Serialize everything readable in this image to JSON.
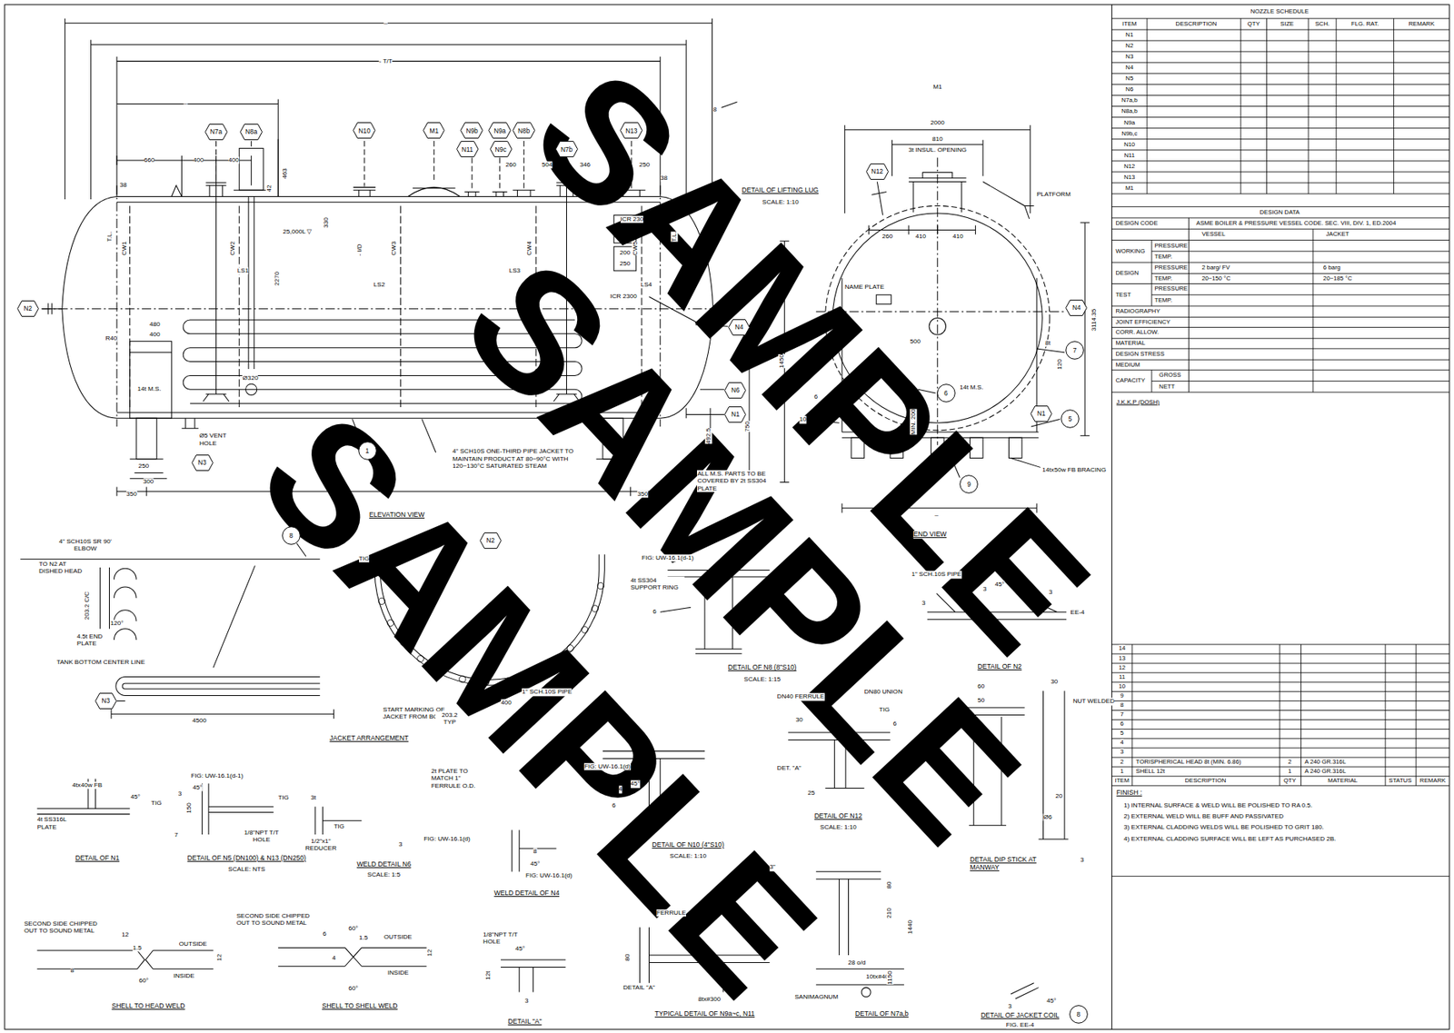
{
  "diagram": {
    "nodes": [
      {
        "text": [
          "N7a"
        ]
      },
      {
        "text": [
          "N8a"
        ]
      },
      {
        "text": [
          "N10"
        ]
      },
      {
        "text": [
          "M1"
        ]
      },
      {
        "text": [
          "N9b"
        ]
      },
      {
        "text": [
          "N9a"
        ]
      },
      {
        "text": [
          "N8b"
        ]
      },
      {
        "text": [
          "N11"
        ]
      },
      {
        "text": [
          "N9c"
        ]
      },
      {
        "text": [
          "N7b"
        ]
      },
      {
        "text": [
          "N13"
        ]
      },
      {
        "text": [
          "N2"
        ]
      },
      {
        "text": [
          "N4"
        ]
      },
      {
        "text": [
          "N6"
        ]
      },
      {
        "text": [
          "N1"
        ]
      },
      {
        "text": [
          "N3"
        ]
      },
      {
        "text": [
          "1"
        ]
      },
      {
        "text": [
          "N12"
        ]
      },
      {
        "text": [
          "N4"
        ]
      },
      {
        "text": [
          "7"
        ]
      },
      {
        "text": [
          "6"
        ]
      },
      {
        "text": [
          "N1"
        ]
      },
      {
        "text": [
          "5"
        ]
      },
      {
        "text": [
          "9"
        ]
      },
      {
        "text": [
          "8"
        ]
      },
      {
        "text": [
          "N2"
        ]
      },
      {
        "text": [
          "N3"
        ]
      },
      {
        "text": [
          "8"
        ]
      }
    ],
    "labels": [
      "SAMPLE",
      "SAMPLE",
      "SAMPLE",
      "NOZZLE SCHEDULE",
      "ITEM",
      "DESCRIPTION",
      "QTY",
      "SIZE",
      "SCH.",
      "FLG. RAT.",
      "REMARK",
      "N1",
      "N2",
      "N3",
      "N4",
      "N5",
      "N6",
      "N7a,b",
      "N8a,b",
      "N9a",
      "N9b,c",
      "N10",
      "N11",
      "N12",
      "N13",
      "M1",
      "DESIGN DATA",
      "DESIGN CODE",
      "ASME BOILER & PRESSURE VESSEL CODE. SEC. VIII, DIV. 1, ED.2004",
      "VESSEL",
      "JACKET",
      "WORKING",
      "PRESSURE",
      "TEMP.",
      "DESIGN",
      "PRESSURE",
      "2 barg/ FV",
      "6 barg",
      "TEMP.",
      "20~150 °C",
      "20~185 °C",
      "TEST",
      "PRESSURE",
      "TEMP.",
      "RADIOGRAPHY",
      "JOINT EFFICIENCY",
      "CORR. ALLOW.",
      "MATERIAL",
      "DESIGN STRESS",
      "MEDIUM",
      "CAPACITY",
      "GROSS",
      "NETT",
      "J.K.K.P (DOSH)",
      "14",
      "13",
      "12",
      "11",
      "10",
      "9",
      "8",
      "7",
      "6",
      "5",
      "4",
      "3",
      "2",
      "TORISPHERICAL HEAD 8t (MIN. 6.86)",
      "2",
      "A 240 GR.316L",
      "1",
      "SHELL 12t",
      "1",
      "A 240 GR.316L",
      "ITEM",
      "DESCRIPTION",
      "QTY",
      "MATERIAL",
      "STATUS",
      "REMARK",
      "FINISH :",
      "1) INTERNAL SURFACE & WELD WILL BE POLISHED TO RA 0.5.",
      "2) EXTERNAL WELD WILL BE BUFF AND PASSIVATED",
      "3) EXTERNAL CLADDING WELDS WILL BE POLISHED TO GRIT 180.",
      "4) EXTERNAL CLADDING SURFACE WILL BE LEFT AS PURCHASED 2B.",
      "–",
      "- T/T",
      "–",
      "660",
      "400",
      "400",
      "463",
      "42",
      "38",
      "25,000L ▽",
      "330",
      "T.L.",
      "CW1",
      "CW2",
      "CW3",
      "CW4",
      "CW5",
      "LS1",
      "LS2",
      "LS3",
      "LS4",
      "- I/D",
      "2270",
      "T.L.",
      "260",
      "504",
      "346",
      "250",
      "38",
      "ICR 230",
      "200",
      "250",
      "ICR 2300",
      "480",
      "400",
      "R40",
      "14t M.S.",
      "Ø320",
      "Ø5 VENT HOLE",
      "250",
      "300",
      "350",
      "350",
      "4\" SCH10S ONE-THIRD PIPE JACKET TO MAINTAIN PRODUCT AT 80~90°C WITH 120~130°C SATURATED STEAM",
      "492.5",
      "750",
      "1450",
      "ALL M.S. PARTS TO BE COVERED BY 2t SS304 PLATE",
      "DETAIL OF LIFTING LUG",
      "SCALE: 1:10",
      "ELEVATION VIEW",
      "8",
      "M1",
      "2000",
      "810",
      "3t INSUL. OPENING",
      "260",
      "410",
      "410",
      "NAME PLATE",
      "PLATFORM",
      "500",
      "14t M.S.",
      "MIN. 200",
      "3114.35",
      "8t",
      "120",
      "14tx50w FB BRACING",
      "END VIEW",
      "10",
      "6",
      "–",
      "4\" SCH10S SR 90' ELBOW",
      "TO N2 AT DISHED HEAD",
      "203.2 C/C",
      "120°",
      "4.5t END PLATE",
      "TANK BOTTOM CENTER LINE",
      "4500",
      "JACKET ARRANGEMENT",
      "TIG",
      "START MARKING OF JACKET FROM BOTTOM",
      "203.2 TYP",
      "400",
      "4t SS304 SUPPORT RING",
      "FIG: UW-16.1(d-1)",
      "DETAIL OF N8 (8\"S10)",
      "SCALE: 1:15",
      "6",
      "1\" SCH.10S PIPE",
      "DETAIL OF N2",
      "3",
      "3",
      "45°",
      "3",
      "EE-4",
      "DN40 FERRULE",
      "DN80 UNION",
      "TIG",
      "30",
      "6",
      "DET. \"A\"",
      "25",
      "DETAIL OF N12",
      "SCALE: 1:10",
      "60",
      "50",
      "30",
      "NUT WELDED",
      "20",
      "Ø6",
      "DETAIL DIP STICK AT MANWAY",
      "3",
      "FIG: UW-16.1(d)",
      "1\" SCH.10S PIPE",
      "4",
      "45°",
      "6",
      "4tx40w FB",
      "45°",
      "TIG",
      "4t SS316L PLATE",
      "DETAIL OF N1",
      "FIG: UW-16.1(d-1)",
      "3",
      "45°",
      "150",
      "TIG",
      "7",
      "1/8\"NPT T/T HOLE",
      "3t",
      "TIG",
      "1/2\"x1\" REDUCER",
      "DETAIL OF N5 (DN100) & N13 (DN250)",
      "SCALE: NTS",
      "WELD DETAIL N6",
      "SCALE: 1:5",
      "2t PLATE TO MATCH 1\" FERRULE O.D.",
      "3",
      "FIG: UW-16.1(d)",
      "8",
      "45°",
      "FIG: UW-16.1(d)",
      "WELD DETAIL OF N4",
      "DETAIL OF N10 (4\"S10)",
      "SCALE: 1:10",
      "SHELL TO HEAD WELD",
      "SECOND SIDE CHIPPED OUT TO SOUND METAL",
      "12",
      "1.5",
      "OUTSIDE",
      "INSIDE",
      "60°",
      "12",
      "8",
      "SHELL TO SHELL WELD",
      "SECOND SIDE CHIPPED OUT TO SOUND METAL",
      "60°",
      "1.5",
      "6",
      "OUTSIDE",
      "INSIDE",
      "60°",
      "12",
      "4",
      "DETAIL \"A\"",
      "1/8\"NPT T/T HOLE",
      "45°",
      "12t",
      "3",
      "FERRULE",
      "80",
      "DETAIL \"A\"",
      "8tx#300",
      "TYPICAL DETAIL OF N9a~c, N11",
      "3\"",
      "10tx#400",
      "28 o/d",
      "SANIMAGNUM",
      "DETAIL OF N7a,b",
      "80",
      "210",
      "1440",
      "1150",
      "DETAIL OF JACKET COIL",
      "FIG. EE-4",
      "3",
      "45°"
    ]
  }
}
